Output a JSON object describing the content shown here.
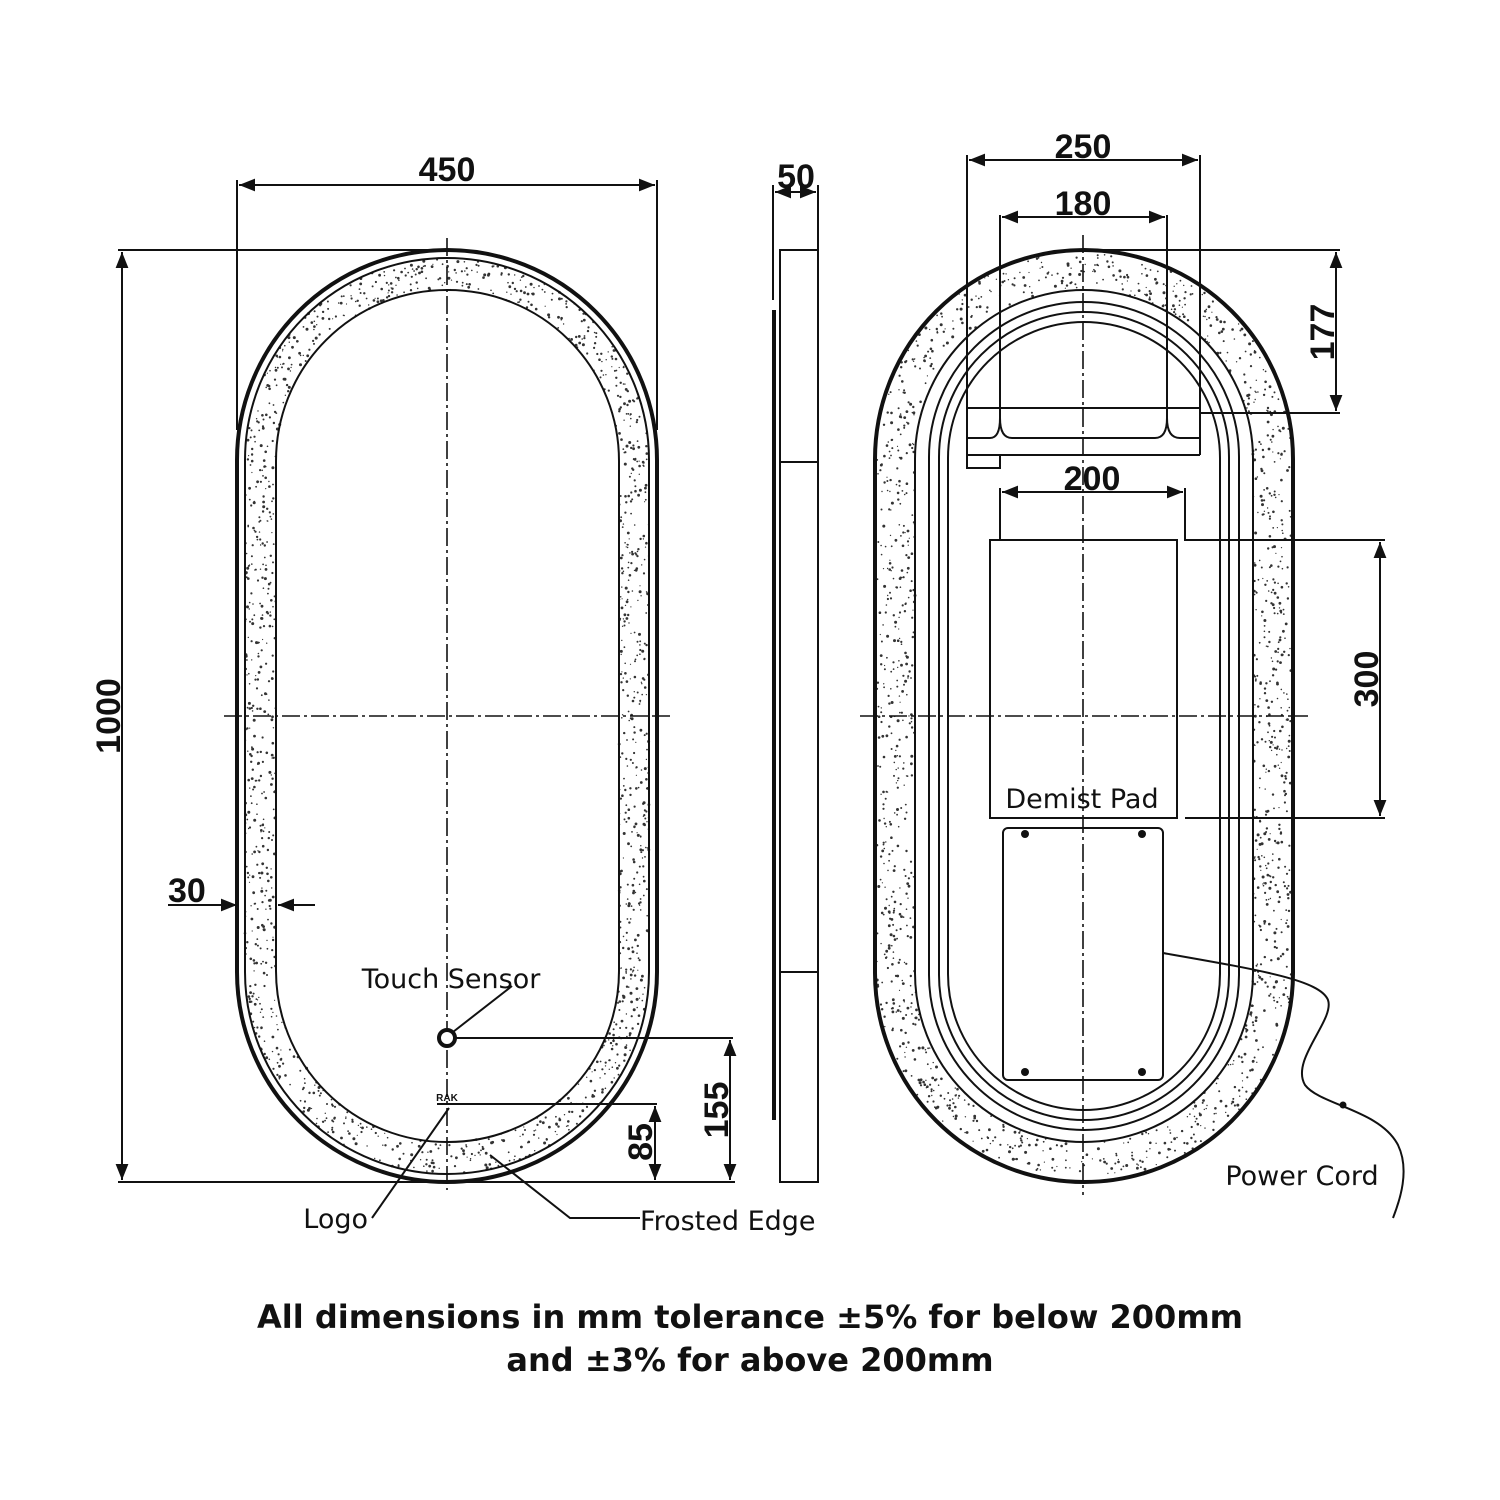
{
  "front_view": {
    "width_dim": "450",
    "height_dim": "1000",
    "frost_dim": "30",
    "sensor_dim": "155",
    "logo_dim": "85",
    "labels": {
      "touch_sensor": "Touch Sensor",
      "logo": "Logo",
      "frosted_edge": "Frosted Edge"
    },
    "logo_text": "RAK"
  },
  "side_view": {
    "depth_dim": "50"
  },
  "back_view": {
    "bracket_outer_dim": "250",
    "bracket_inner_dim": "180",
    "bracket_top_dim": "177",
    "pad_width_dim": "200",
    "pad_height_dim": "300",
    "labels": {
      "demist_pad": "Demist Pad",
      "power_cord": "Power Cord"
    }
  },
  "note": {
    "line1": "All dimensions in mm tolerance ±5% for below 200mm",
    "line2": "and ±3% for above 200mm"
  }
}
